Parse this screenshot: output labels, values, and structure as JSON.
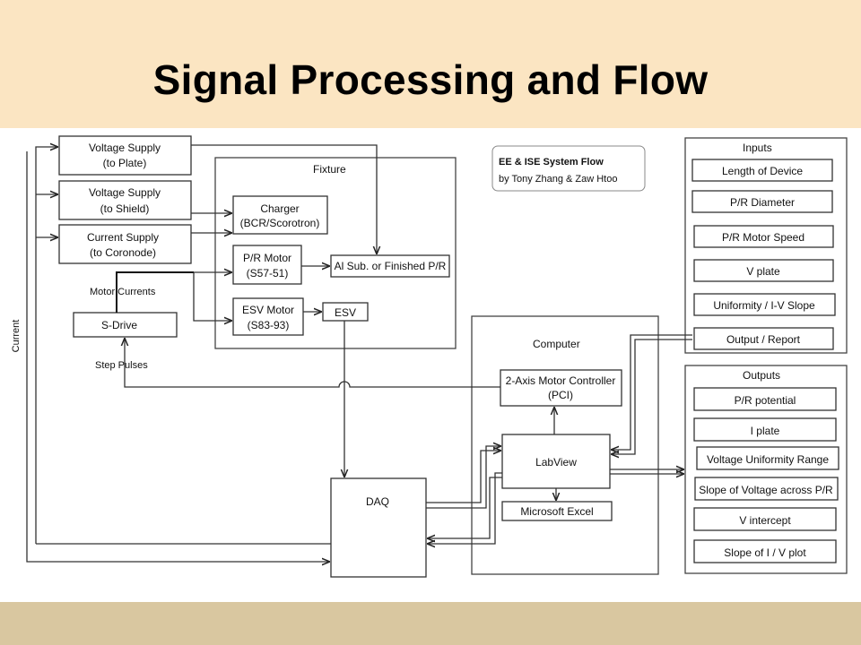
{
  "title": "Signal Processing and Flow",
  "colors": {
    "header": "#fbe5c2",
    "footer": "#d9c7a0"
  },
  "diagram": {
    "legend": {
      "title": "EE & ISE System Flow",
      "subtitle": "by Tony Zhang & Zaw Htoo"
    },
    "supplies": {
      "plate_line1": "Voltage Supply",
      "plate_line2": "(to Plate)",
      "shield_line1": "Voltage Supply",
      "shield_line2": "(to Shield)",
      "coronode_line1": "Current Supply",
      "coronode_line2": "(to Coronode)"
    },
    "fixture": {
      "label": "Fixture",
      "charger_line1": "Charger",
      "charger_line2": "(BCR/Scorotron)",
      "pr_motor_line1": "P/R Motor",
      "pr_motor_line2": "(S57-51)",
      "al_sub": "Al Sub. or Finished P/R",
      "esv_motor_line1": "ESV Motor",
      "esv_motor_line2": "(S83-93)",
      "esv": "ESV"
    },
    "drive": {
      "s_drive": "S-Drive",
      "motor_currents": "Motor Currents",
      "step_pulses": "Step Pulses"
    },
    "side_label": "Current",
    "computer": {
      "label": "Computer",
      "controller_line1": "2-Axis Motor Controller",
      "controller_line2": "(PCI)",
      "labview": "LabView",
      "excel": "Microsoft Excel"
    },
    "daq": "DAQ",
    "inputs": {
      "label": "Inputs",
      "items": [
        "Length of Device",
        "P/R Diameter",
        "P/R Motor Speed",
        "V plate",
        "Uniformity / I-V Slope",
        "Output / Report"
      ]
    },
    "outputs": {
      "label": "Outputs",
      "items": [
        "P/R potential",
        "I plate",
        "Voltage Uniformity Range",
        "Slope of Voltage across P/R",
        "V intercept",
        "Slope of I / V plot"
      ]
    }
  }
}
